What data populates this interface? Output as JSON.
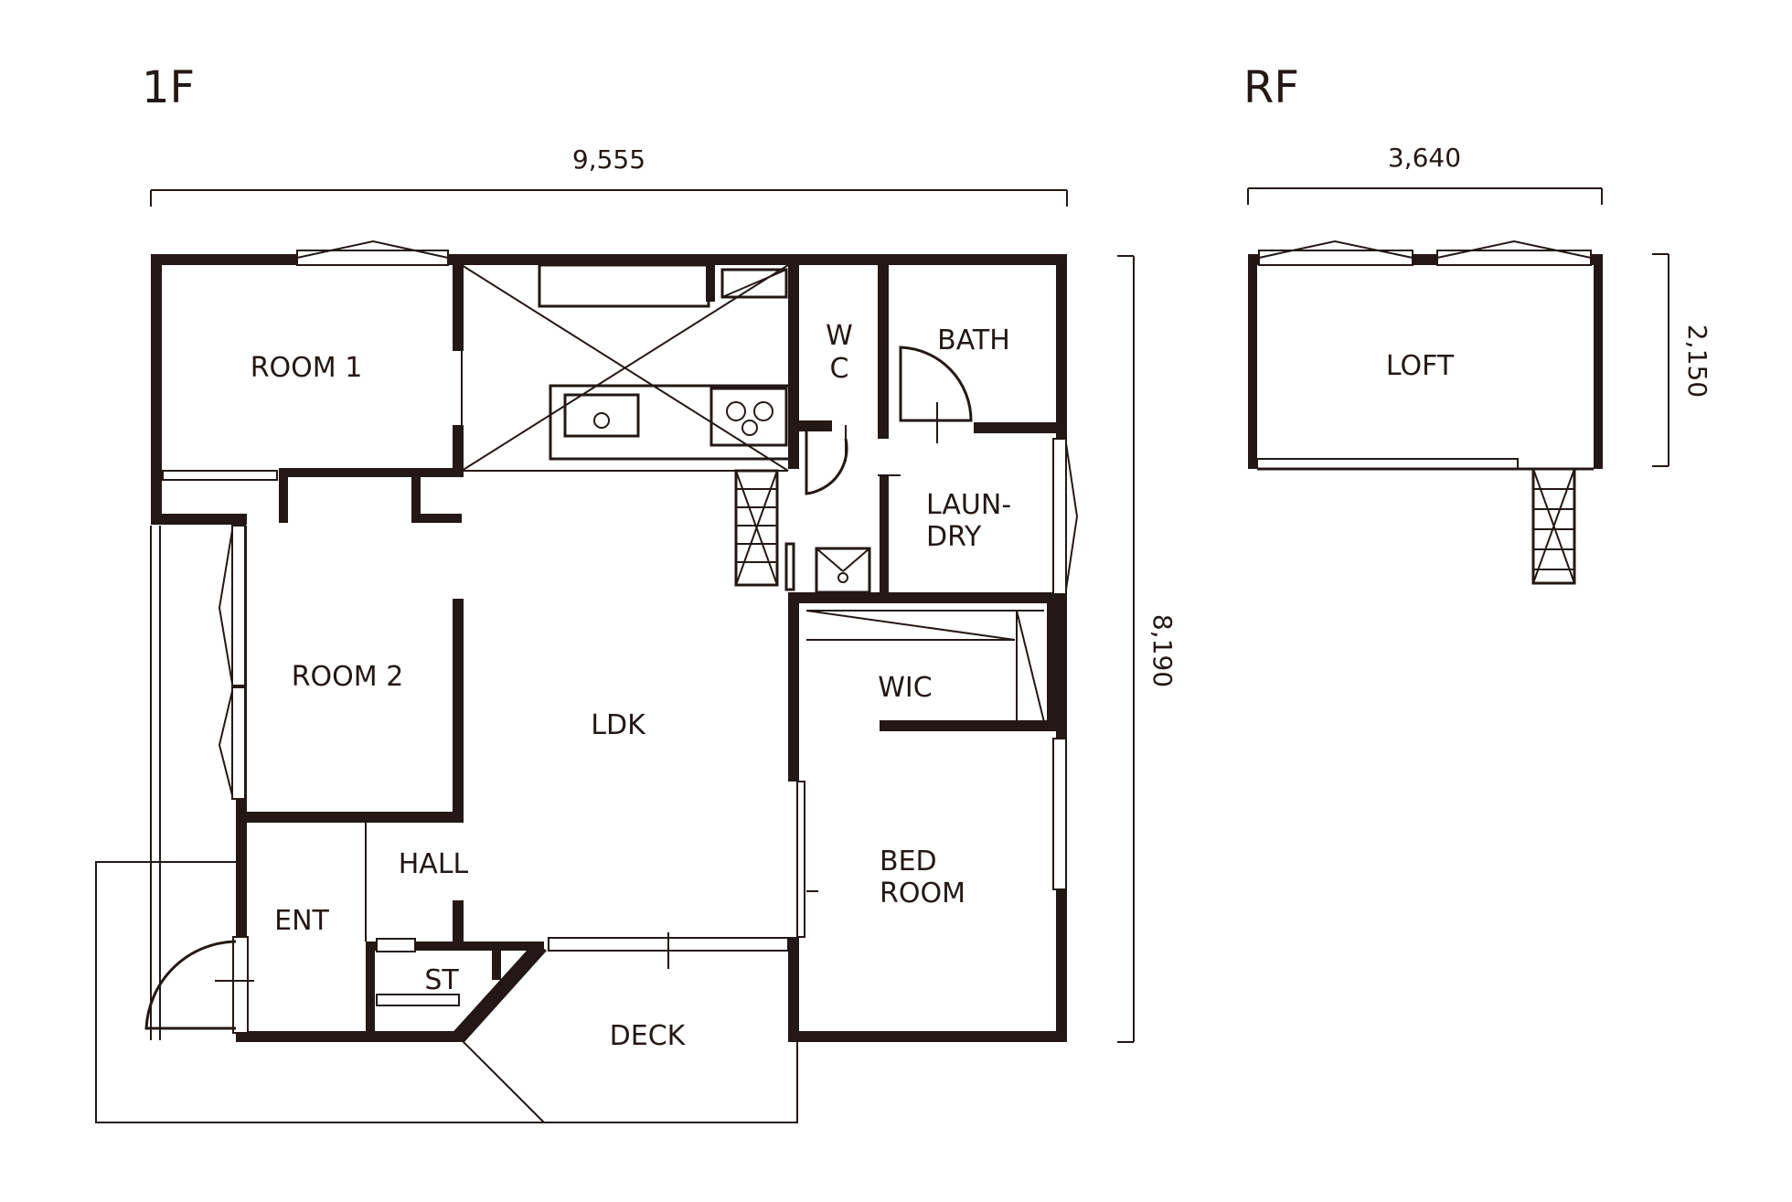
{
  "floors": {
    "first": {
      "title": "1F",
      "width_dim": "9,555",
      "depth_dim": "8,190",
      "rooms": {
        "room1": "ROOM 1",
        "room2": "ROOM 2",
        "ldk": "LDK",
        "hall": "HALL",
        "ent": "ENT",
        "st": "ST",
        "deck": "DECK",
        "wc_line1": "W",
        "wc_line2": "C",
        "bath": "BATH",
        "laundry_line1": "LAUN-",
        "laundry_line2": "DRY",
        "wic": "WIC",
        "bedroom_line1": "BED",
        "bedroom_line2": "ROOM"
      }
    },
    "roof": {
      "title": "RF",
      "width_dim": "3,640",
      "depth_dim": "2,150",
      "rooms": {
        "loft": "LOFT"
      }
    }
  }
}
